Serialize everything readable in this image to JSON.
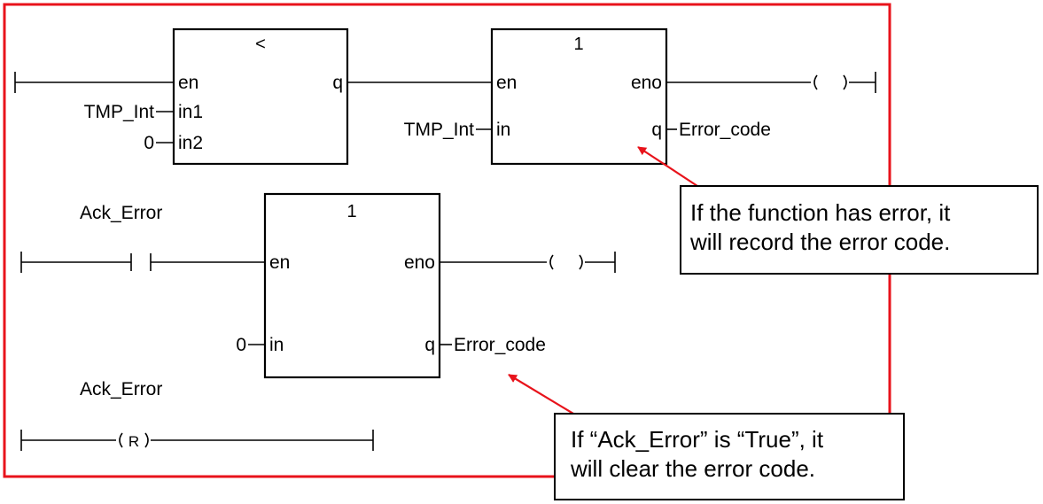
{
  "colors": {
    "frame": "#e8131b",
    "arrow": "#e8131b",
    "line": "#000000"
  },
  "block1": {
    "title": "<",
    "en": "en",
    "q": "q",
    "in1": "in1",
    "in2": "in2",
    "in1_var": "TMP_Int",
    "in2_var": "0"
  },
  "block2": {
    "title": "1",
    "en": "en",
    "eno": "eno",
    "in": "in",
    "q": "q",
    "in_var": "TMP_Int",
    "q_var": "Error_code"
  },
  "block3": {
    "title": "1",
    "en": "en",
    "eno": "eno",
    "in": "in",
    "q": "q",
    "in_var": "0",
    "q_var": "Error_code"
  },
  "rung2": {
    "contact_var": "Ack_Error"
  },
  "rung3": {
    "coil_var": "Ack_Error",
    "coil_symbol": "R"
  },
  "callouts": {
    "top": [
      "If the function has error, it",
      "will record the error code."
    ],
    "bottom": [
      "If “Ack_Error” is “True”, it",
      "will clear the error code."
    ]
  }
}
